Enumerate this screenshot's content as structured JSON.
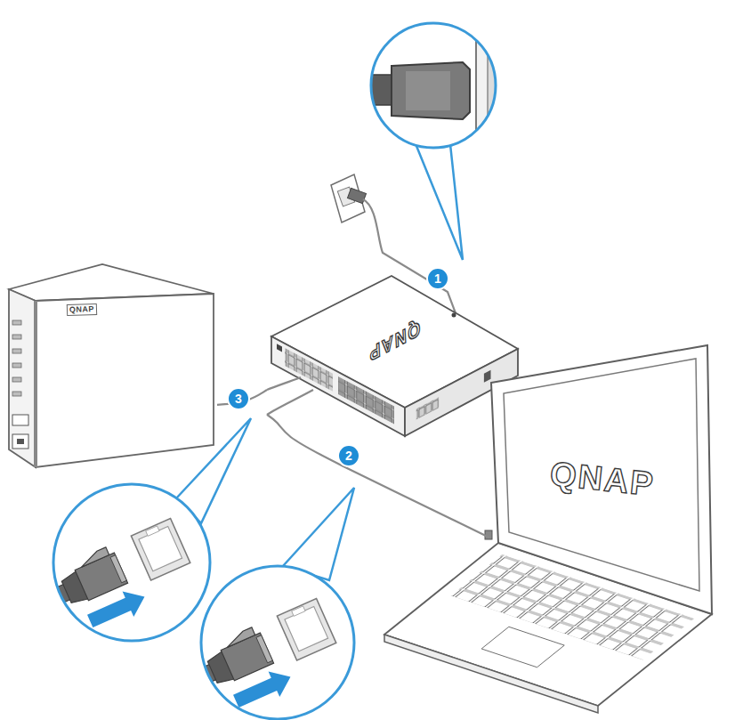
{
  "diagram": {
    "nodes": [
      {
        "text": [
          "QNAP"
        ]
      },
      {
        "text": [
          "QNAP"
        ]
      },
      {
        "text": [
          "QNAP"
        ]
      }
    ],
    "edges": [
      {
        "from": 1,
        "to": 0,
        "arrow": "none"
      },
      {
        "from": 1,
        "to": 2,
        "arrow": "none"
      }
    ],
    "labels": [
      "1",
      "2",
      "3"
    ]
  }
}
